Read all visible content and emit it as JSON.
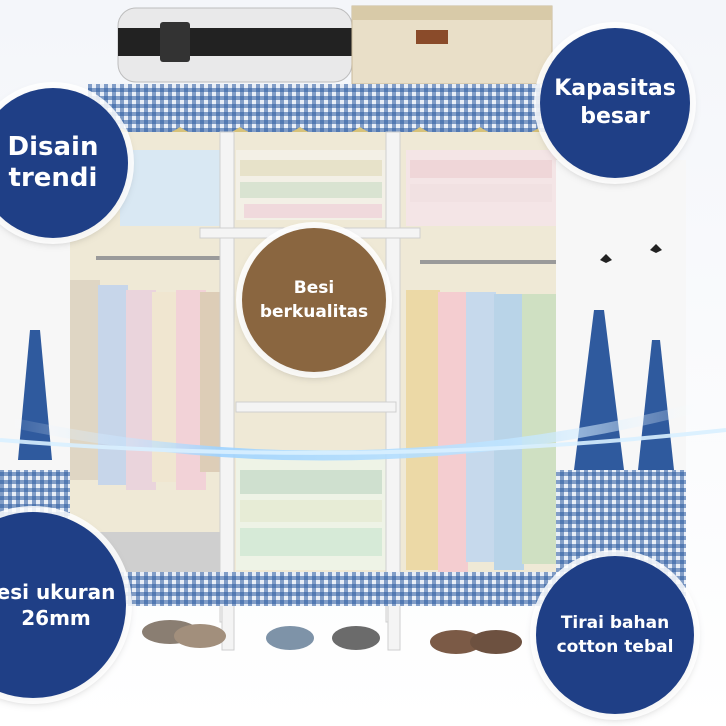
{
  "badges": {
    "design": "Disain\ntrendi",
    "capacity": "Kapasitas\nbesar",
    "iron": "Besi\nberkualitas",
    "size": "esi ukuran\n26mm",
    "curtain": "Tirai bahan\ncotton tebal"
  },
  "colors": {
    "navy": "#1f3f86",
    "brown": "#8a6640",
    "gingham": "#2c5aa0",
    "glow": "#9fd3ff"
  },
  "icons": [
    "eiffel-tower-icon",
    "butterfly-icon"
  ]
}
